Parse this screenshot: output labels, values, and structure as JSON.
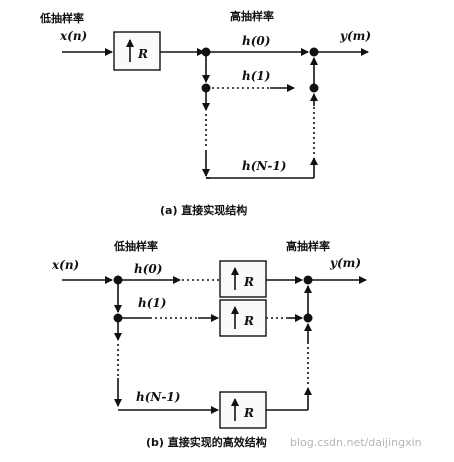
{
  "diagram_a": {
    "low_rate_label": "低抽样率",
    "high_rate_label": "高抽样率",
    "input": "x(n)",
    "output": "y(m)",
    "box_label": "R",
    "branch_labels": [
      "h(0)",
      "h(1)",
      "h(N-1)"
    ],
    "caption": "(a) 直接实现结构"
  },
  "diagram_b": {
    "low_rate_label": "低抽样率",
    "high_rate_label": "高抽样率",
    "input": "x(n)",
    "output": "y(m)",
    "box_label": "R",
    "branch_labels": [
      "h(0)",
      "h(1)",
      "h(N-1)"
    ],
    "caption": "(b) 直接实现的高效结构"
  },
  "watermark": "blog.csdn.net/daijingxin"
}
